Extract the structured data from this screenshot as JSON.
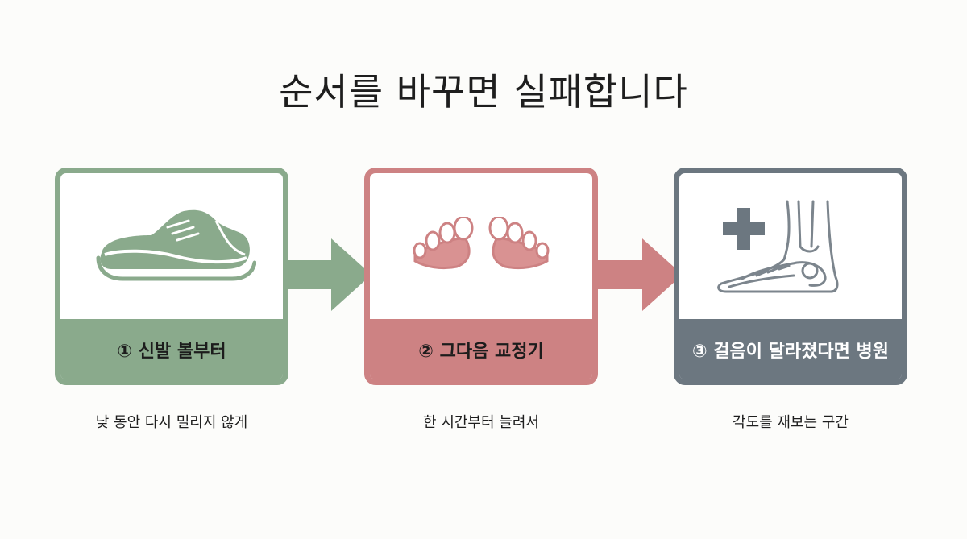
{
  "title": "순서를 바꾸면 실패합니다",
  "steps": [
    {
      "label": "① 신발 볼부터",
      "caption": "낮 동안 다시 밀리지 않게",
      "icon": "shoe-icon",
      "color": "#8aaa8c"
    },
    {
      "label": "② 그다음 교정기",
      "caption": "한 시간부터 늘려서",
      "icon": "toe-separator-icon",
      "color": "#cd8283"
    },
    {
      "label": "③ 걸음이 달라졌다면 병원",
      "caption": "각도를 재보는 구간",
      "icon": "medical-foot-icon",
      "color": "#6c7780"
    }
  ]
}
